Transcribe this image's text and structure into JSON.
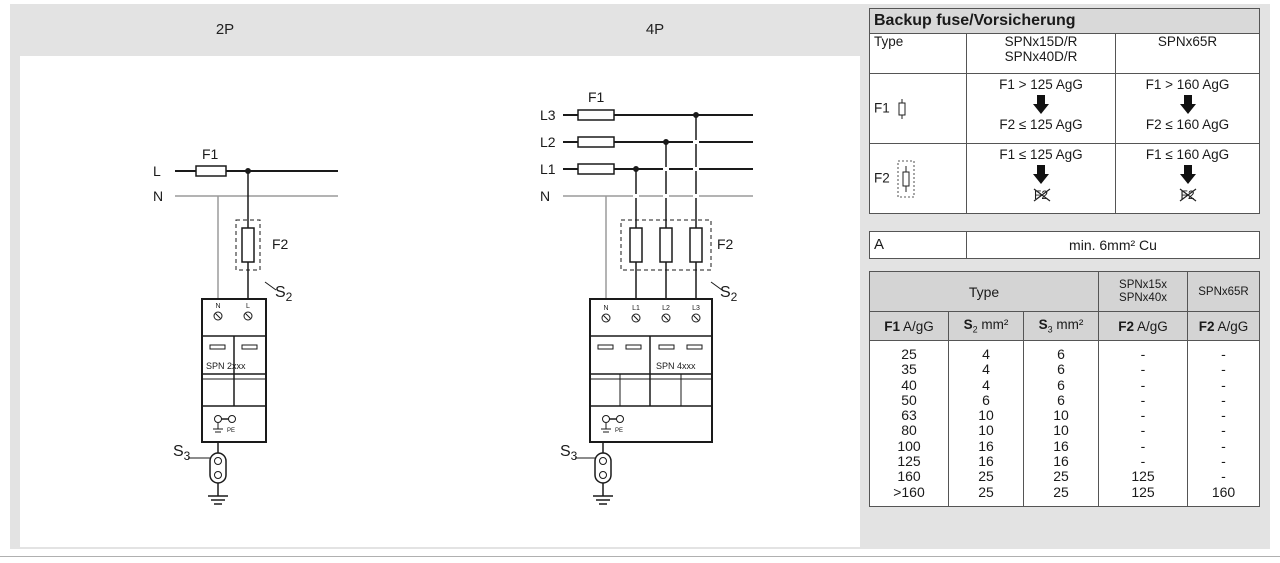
{
  "headers": {
    "p2": "2P",
    "p4": "4P"
  },
  "diagram_2p": {
    "f1": "F1",
    "l": "L",
    "n": "N",
    "f2": "F2",
    "s2": "S",
    "s2_sub": "2",
    "s3": "S",
    "s3_sub": "3",
    "term_n": "N",
    "term_l": "L",
    "model": "SPN 2xxx",
    "pe": "PE"
  },
  "diagram_4p": {
    "f1": "F1",
    "l3": "L3",
    "l2": "L2",
    "l1": "L1",
    "n": "N",
    "f2": "F2",
    "s2": "S",
    "s2_sub": "2",
    "s3": "S",
    "s3_sub": "3",
    "term_n": "N",
    "term_l1": "L1",
    "term_l2": "L2",
    "term_l3": "L3",
    "model": "SPN 4xxx",
    "pe": "PE"
  },
  "backup_fuse": {
    "title": "Backup fuse/Vorsicherung",
    "type_label": "Type",
    "col1_line1": "SPNx15D/R",
    "col1_line2": "SPNx40D/R",
    "col2": "SPNx65R",
    "f1_row": {
      "label": "F1",
      "c1_top": "F1 > 125 AgG",
      "c1_bottom": "F2 ≤ 125 AgG",
      "c2_top": "F1 > 160 AgG",
      "c2_bottom": "F2 ≤ 160 AgG"
    },
    "f2_row": {
      "label": "F2",
      "c1_top": "F1 ≤ 125 AgG",
      "c1_bottom": "F2",
      "c2_top": "F1 ≤ 160 AgG",
      "c2_bottom": "F2"
    }
  },
  "a_row": {
    "label": "A",
    "value": "min. 6mm² Cu"
  },
  "conductor_table": {
    "type_header": "Type",
    "col4_line1": "SPNx15x",
    "col4_line2": "SPNx40x",
    "col5": "SPNx65R",
    "h1_bold": "F1",
    "h1_rest": " A/gG",
    "h2_bold": "S",
    "h2_sub": "2",
    "h2_rest": " mm²",
    "h3_bold": "S",
    "h3_sub": "3",
    "h3_rest": " mm²",
    "h4_bold": "F2",
    "h4_rest": " A/gG",
    "h5_bold": "F2",
    "h5_rest": " A/gG",
    "f1": [
      "25",
      "35",
      "40",
      "50",
      "63",
      "80",
      "100",
      "125",
      "160",
      ">160"
    ],
    "s2": [
      "4",
      "4",
      "4",
      "6",
      "10",
      "10",
      "16",
      "16",
      "25",
      "25"
    ],
    "s3": [
      "6",
      "6",
      "6",
      "6",
      "10",
      "10",
      "16",
      "16",
      "25",
      "25"
    ],
    "f2_small": [
      "-",
      "-",
      "-",
      "-",
      "-",
      "-",
      "-",
      "-",
      "125",
      "125"
    ],
    "f2_65r": [
      "-",
      "-",
      "-",
      "-",
      "-",
      "-",
      "-",
      "-",
      "-",
      "160"
    ]
  }
}
